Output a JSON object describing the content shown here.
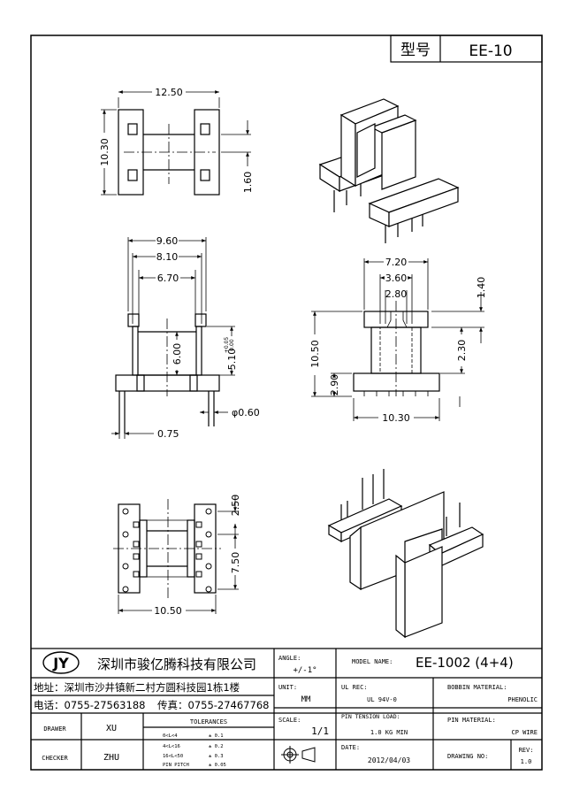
{
  "type_label": "型号",
  "type_value": "EE-10",
  "dims": {
    "top_width": "12.50",
    "top_height": "10.30",
    "top_gap": "1.60",
    "front_w1": "9.60",
    "front_w2": "8.10",
    "front_w3": "6.70",
    "front_h1": "6.00",
    "front_h2": "5.10",
    "front_tol_plus": "+0.05",
    "front_tol_minus": "0.00",
    "pin_dia": "φ0.60",
    "pin_w": "0.75",
    "side_w1": "7.20",
    "side_w2": "3.60",
    "side_w3": "2.80",
    "side_h_top": "1.40",
    "side_h_total": "10.50",
    "side_h_mid": "2.30",
    "side_h_base": "2.90",
    "side_base_w": "10.30",
    "bottom_pitch": "2.50",
    "bottom_row": "7.50",
    "bottom_w": "10.50"
  },
  "title_block": {
    "logo": "JY",
    "company": "深圳市骏亿腾科技有限公司",
    "address": "地址：深圳市沙井镇新二村方圆科技园1栋1楼",
    "phone": "电话：0755-27563188",
    "fax": "传真：0755-27467768",
    "angle_label": "ANGLE:",
    "angle_value": "+/-1°",
    "model_label": "MODEL NAME:",
    "model_value": "EE-1002 (4+4)",
    "unit_label": "UNIT:",
    "unit_value": "MM",
    "ul_label": "UL REC:",
    "ul_value": "UL 94V-0",
    "bobbin_label": "BOBBIN MATERIAL:",
    "bobbin_value": "PHENOLIC",
    "scale_label": "SCALE:",
    "scale_value": "1/1",
    "pin_tension_label": "PIN TENSION LOAD:",
    "pin_tension_value": "1.0 KG MIN",
    "pin_material_label": "PIN MATERIAL:",
    "pin_material_value": "CP WIRE",
    "drawer_label": "DRAWER",
    "drawer_value": "XU",
    "checker_label": "CHECKER",
    "checker_value": "ZHU",
    "tolerances_title": "TOLERANCES",
    "tolerances": [
      {
        "range": "0<L<4",
        "tol": "± 0.1"
      },
      {
        "range": "4<L<16",
        "tol": "± 0.2"
      },
      {
        "range": "16<L<50",
        "tol": "± 0.3"
      },
      {
        "range": "PIN PITCH",
        "tol": "± 0.05"
      }
    ],
    "date_label": "DATE:",
    "date_value": "2012/04/03",
    "drawing_no_label": "DRAWING NO:",
    "rev_label": "REV:",
    "rev_value": "1.0"
  }
}
